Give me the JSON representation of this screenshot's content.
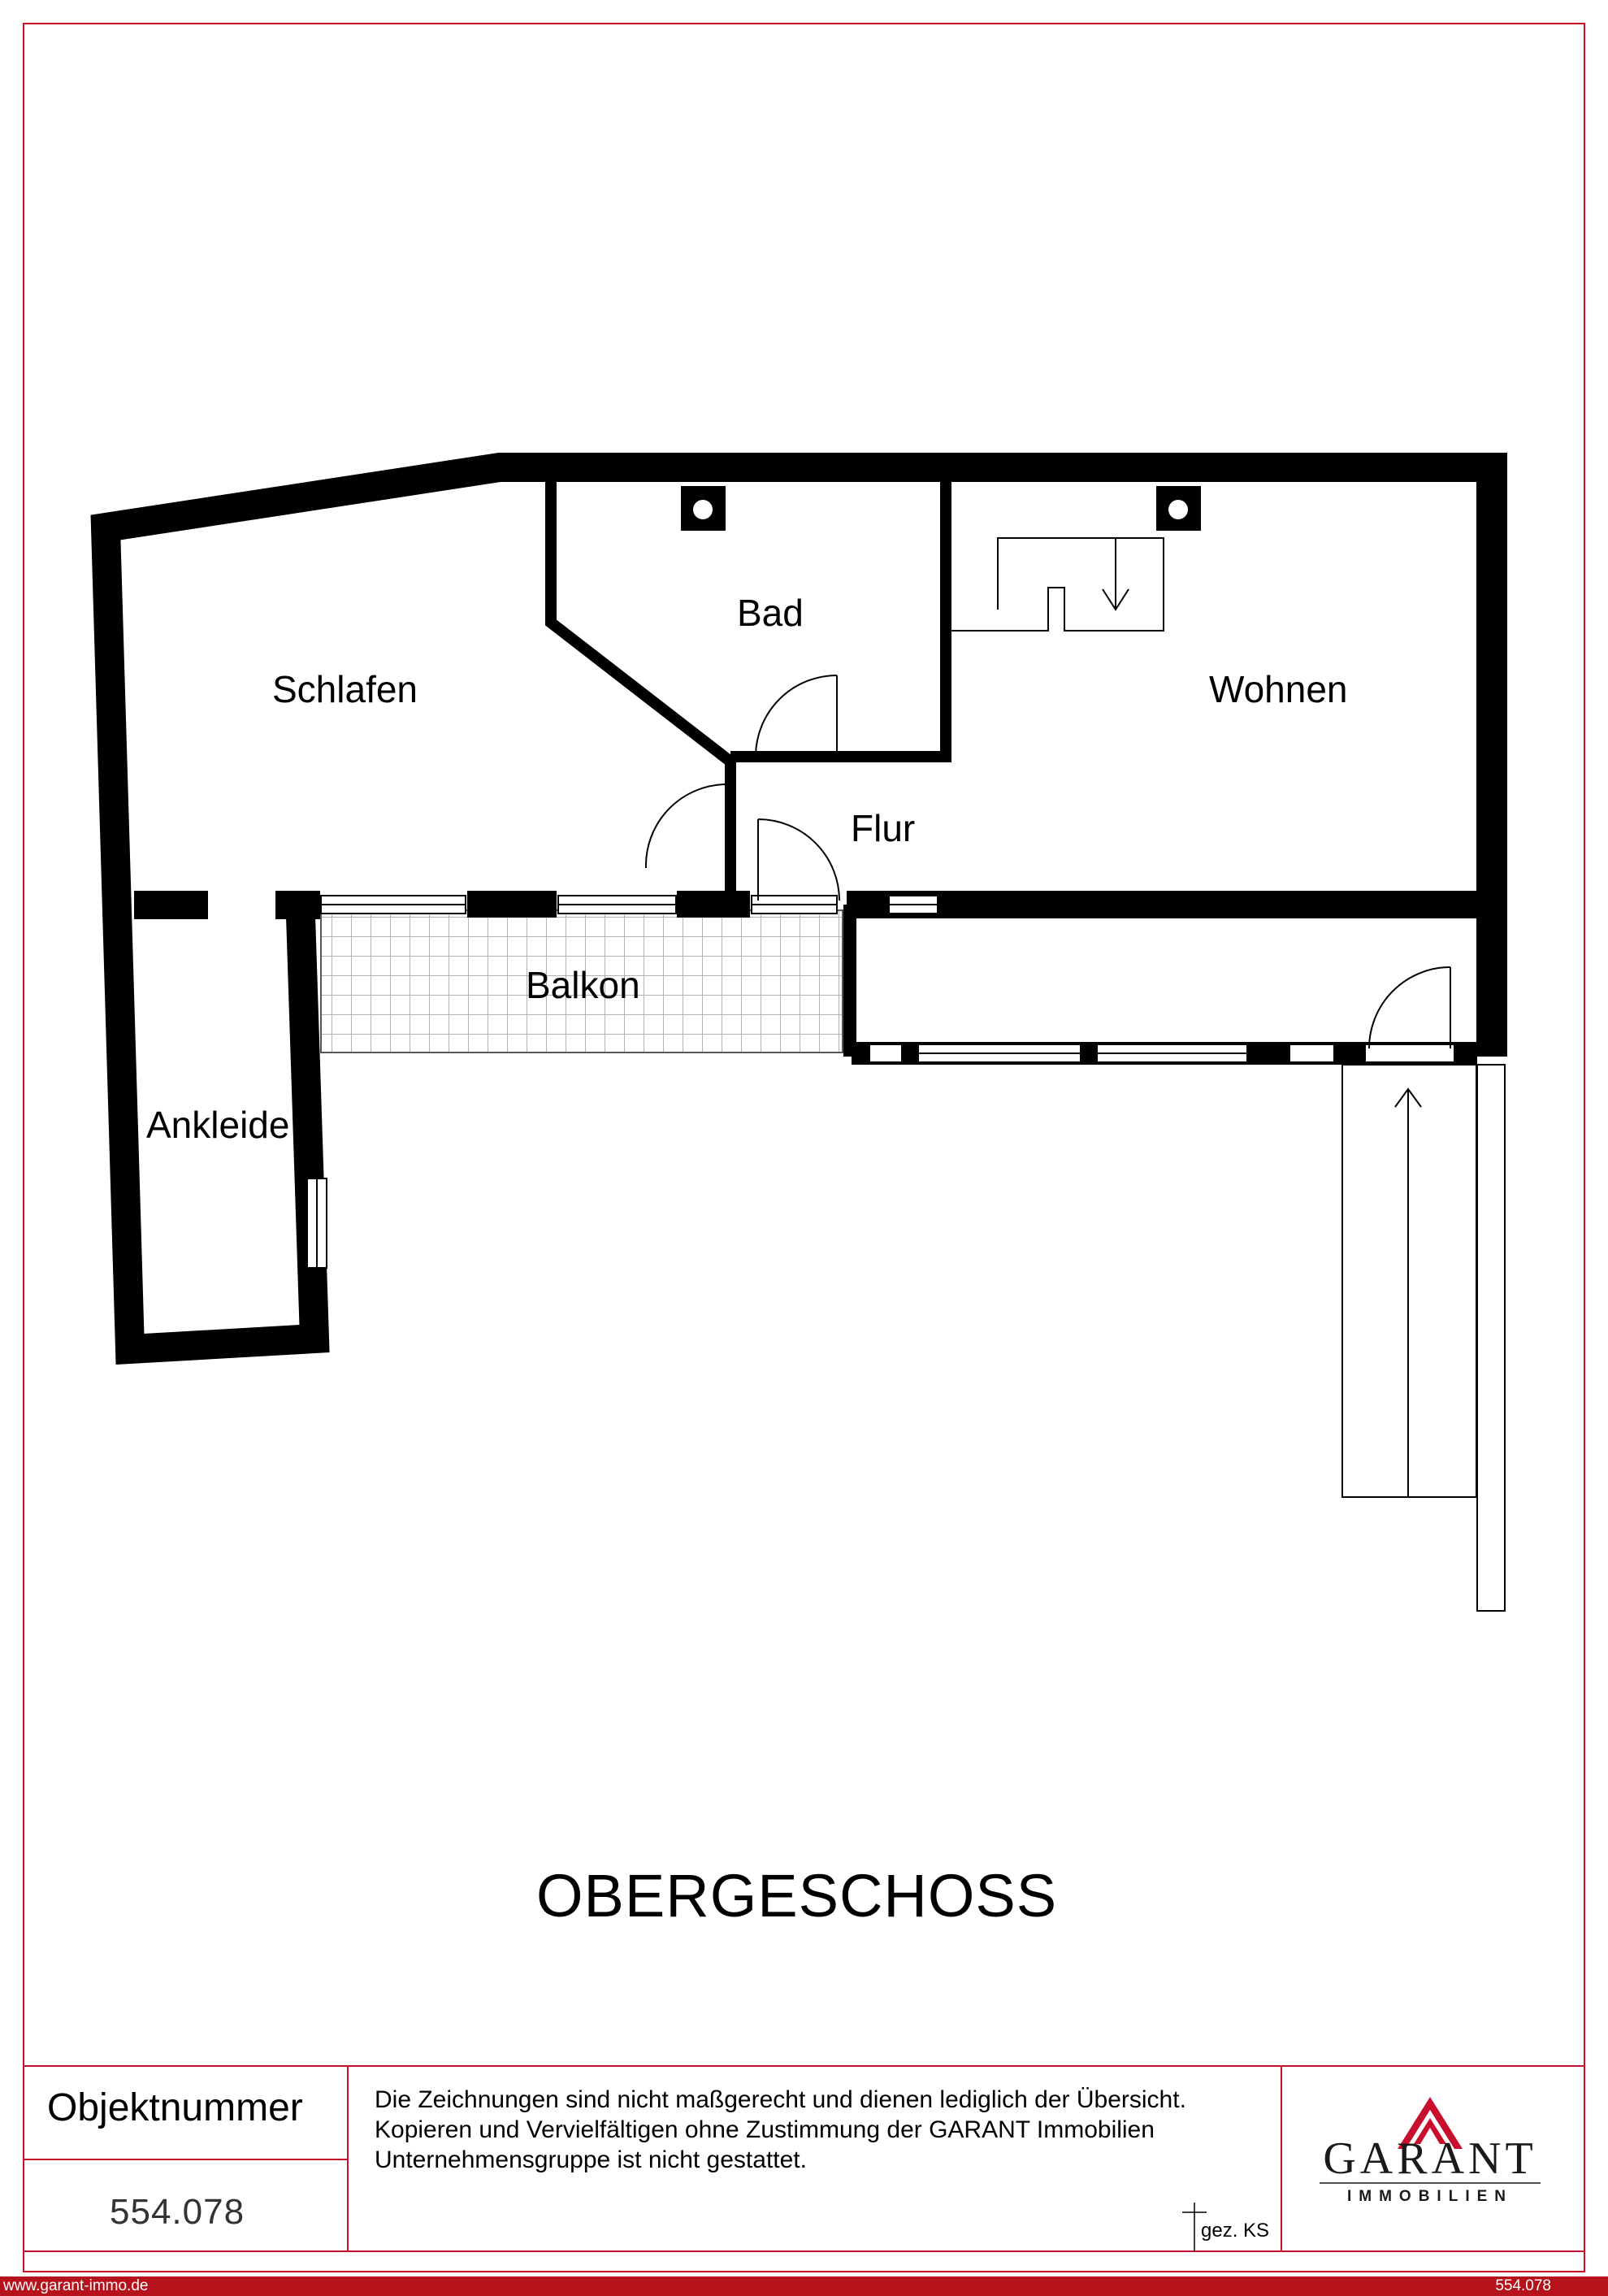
{
  "plan": {
    "floor_title": "OBERGESCHOSS",
    "rooms": {
      "schlafen": "Schlafen",
      "bad": "Bad",
      "wohnen": "Wohnen",
      "flur": "Flur",
      "balkon": "Balkon",
      "ankleide": "Ankleide"
    }
  },
  "title_block": {
    "object_number_label": "Objektnummer",
    "object_number": "554.078",
    "disclaimer_lines": [
      "Die Zeichnungen sind nicht maßgerecht und dienen lediglich der Übersicht.",
      "Kopieren und Vervielfältigen ohne Zustimmung der GARANT Immobilien",
      "Unternehmensgruppe ist nicht gestattet."
    ],
    "signature": "gez. KS",
    "logo": {
      "name": "GARANT",
      "subtitle": "IMMOBILIEN",
      "icon": "roof-logo-icon"
    }
  },
  "footer": {
    "url": "www.garant-immo.de",
    "number": "554.078"
  },
  "colors": {
    "frame_red": "#c8102e",
    "footer_red": "#b5121b",
    "wall": "#000000"
  }
}
